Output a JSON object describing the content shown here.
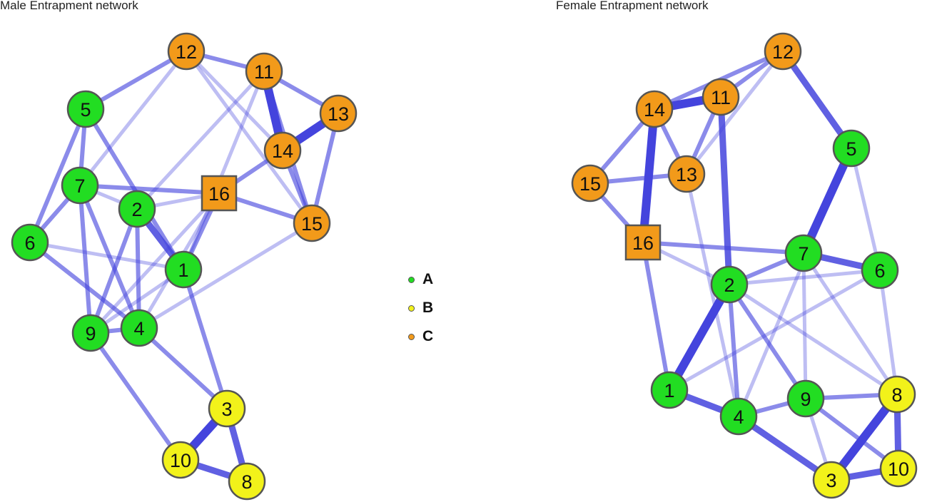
{
  "panels": [
    {
      "title": "Male Entrapment network",
      "nodes": [
        {
          "id": "1",
          "group": "A",
          "shape": "circle"
        },
        {
          "id": "2",
          "group": "A",
          "shape": "circle"
        },
        {
          "id": "3",
          "group": "B",
          "shape": "circle"
        },
        {
          "id": "4",
          "group": "A",
          "shape": "circle"
        },
        {
          "id": "5",
          "group": "A",
          "shape": "circle"
        },
        {
          "id": "6",
          "group": "A",
          "shape": "circle"
        },
        {
          "id": "7",
          "group": "A",
          "shape": "circle"
        },
        {
          "id": "8",
          "group": "B",
          "shape": "circle"
        },
        {
          "id": "9",
          "group": "A",
          "shape": "circle"
        },
        {
          "id": "10",
          "group": "B",
          "shape": "circle"
        },
        {
          "id": "11",
          "group": "C",
          "shape": "circle"
        },
        {
          "id": "12",
          "group": "C",
          "shape": "circle"
        },
        {
          "id": "13",
          "group": "C",
          "shape": "circle"
        },
        {
          "id": "14",
          "group": "C",
          "shape": "circle"
        },
        {
          "id": "15",
          "group": "C",
          "shape": "circle"
        },
        {
          "id": "16",
          "group": "C",
          "shape": "square"
        }
      ],
      "edges": [
        {
          "source": "3",
          "target": "10",
          "strength": 3
        },
        {
          "source": "3",
          "target": "8",
          "strength": 2
        },
        {
          "source": "10",
          "target": "8",
          "strength": 2
        },
        {
          "source": "9",
          "target": "10",
          "strength": 1
        },
        {
          "source": "4",
          "target": "3",
          "strength": 1
        },
        {
          "source": "1",
          "target": "3",
          "strength": 1
        },
        {
          "source": "11",
          "target": "14",
          "strength": 3
        },
        {
          "source": "14",
          "target": "13",
          "strength": 3
        },
        {
          "source": "11",
          "target": "13",
          "strength": 1
        },
        {
          "source": "12",
          "target": "11",
          "strength": 1
        },
        {
          "source": "13",
          "target": "15",
          "strength": 1
        },
        {
          "source": "14",
          "target": "15",
          "strength": 1
        },
        {
          "source": "11",
          "target": "15",
          "strength": 1
        },
        {
          "source": "12",
          "target": "15",
          "strength": 0
        },
        {
          "source": "12",
          "target": "14",
          "strength": 0
        },
        {
          "source": "14",
          "target": "16",
          "strength": 1
        },
        {
          "source": "12",
          "target": "5",
          "strength": 1
        },
        {
          "source": "12",
          "target": "7",
          "strength": 0
        },
        {
          "source": "11",
          "target": "2",
          "strength": 0
        },
        {
          "source": "11",
          "target": "1",
          "strength": 0
        },
        {
          "source": "5",
          "target": "7",
          "strength": 1
        },
        {
          "source": "5",
          "target": "6",
          "strength": 1
        },
        {
          "source": "5",
          "target": "1",
          "strength": 1
        },
        {
          "source": "7",
          "target": "6",
          "strength": 1
        },
        {
          "source": "7",
          "target": "16",
          "strength": 1
        },
        {
          "source": "7",
          "target": "9",
          "strength": 1
        },
        {
          "source": "7",
          "target": "4",
          "strength": 1
        },
        {
          "source": "7",
          "target": "2",
          "strength": 0
        },
        {
          "source": "6",
          "target": "4",
          "strength": 1
        },
        {
          "source": "6",
          "target": "1",
          "strength": 0
        },
        {
          "source": "2",
          "target": "1",
          "strength": 2
        },
        {
          "source": "2",
          "target": "9",
          "strength": 1
        },
        {
          "source": "2",
          "target": "4",
          "strength": 1
        },
        {
          "source": "2",
          "target": "16",
          "strength": 0
        },
        {
          "source": "9",
          "target": "4",
          "strength": 1
        },
        {
          "source": "1",
          "target": "16",
          "strength": 1
        },
        {
          "source": "1",
          "target": "9",
          "strength": 0
        },
        {
          "source": "16",
          "target": "15",
          "strength": 1
        },
        {
          "source": "4",
          "target": "16",
          "strength": 0
        },
        {
          "source": "4",
          "target": "15",
          "strength": 0
        },
        {
          "source": "9",
          "target": "16",
          "strength": 0
        }
      ]
    },
    {
      "title": "Female Entrapment network",
      "nodes": [
        {
          "id": "1",
          "group": "A",
          "shape": "circle"
        },
        {
          "id": "2",
          "group": "A",
          "shape": "circle"
        },
        {
          "id": "3",
          "group": "B",
          "shape": "circle"
        },
        {
          "id": "4",
          "group": "A",
          "shape": "circle"
        },
        {
          "id": "5",
          "group": "A",
          "shape": "circle"
        },
        {
          "id": "6",
          "group": "A",
          "shape": "circle"
        },
        {
          "id": "7",
          "group": "A",
          "shape": "circle"
        },
        {
          "id": "8",
          "group": "B",
          "shape": "circle"
        },
        {
          "id": "9",
          "group": "A",
          "shape": "circle"
        },
        {
          "id": "10",
          "group": "B",
          "shape": "circle"
        },
        {
          "id": "11",
          "group": "C",
          "shape": "circle"
        },
        {
          "id": "12",
          "group": "C",
          "shape": "circle"
        },
        {
          "id": "13",
          "group": "C",
          "shape": "circle"
        },
        {
          "id": "14",
          "group": "C",
          "shape": "circle"
        },
        {
          "id": "15",
          "group": "C",
          "shape": "circle"
        },
        {
          "id": "16",
          "group": "C",
          "shape": "square"
        }
      ],
      "edges": [
        {
          "source": "14",
          "target": "16",
          "strength": 3
        },
        {
          "source": "14",
          "target": "11",
          "strength": 3
        },
        {
          "source": "14",
          "target": "15",
          "strength": 1
        },
        {
          "source": "14",
          "target": "13",
          "strength": 1
        },
        {
          "source": "14",
          "target": "12",
          "strength": 1
        },
        {
          "source": "11",
          "target": "12",
          "strength": 1
        },
        {
          "source": "11",
          "target": "13",
          "strength": 1
        },
        {
          "source": "11",
          "target": "2",
          "strength": 2
        },
        {
          "source": "13",
          "target": "12",
          "strength": 0
        },
        {
          "source": "15",
          "target": "13",
          "strength": 1
        },
        {
          "source": "15",
          "target": "16",
          "strength": 1
        },
        {
          "source": "12",
          "target": "5",
          "strength": 2
        },
        {
          "source": "5",
          "target": "7",
          "strength": 3
        },
        {
          "source": "5",
          "target": "6",
          "strength": 0
        },
        {
          "source": "5",
          "target": "4",
          "strength": 0
        },
        {
          "source": "16",
          "target": "7",
          "strength": 1
        },
        {
          "source": "16",
          "target": "2",
          "strength": 0
        },
        {
          "source": "16",
          "target": "1",
          "strength": 1
        },
        {
          "source": "7",
          "target": "6",
          "strength": 2
        },
        {
          "source": "7",
          "target": "2",
          "strength": 1
        },
        {
          "source": "7",
          "target": "9",
          "strength": 0
        },
        {
          "source": "7",
          "target": "8",
          "strength": 0
        },
        {
          "source": "13",
          "target": "4",
          "strength": 0
        },
        {
          "source": "2",
          "target": "1",
          "strength": 3
        },
        {
          "source": "2",
          "target": "4",
          "strength": 1
        },
        {
          "source": "2",
          "target": "9",
          "strength": 1
        },
        {
          "source": "2",
          "target": "6",
          "strength": 0
        },
        {
          "source": "6",
          "target": "8",
          "strength": 0
        },
        {
          "source": "6",
          "target": "1",
          "strength": 0
        },
        {
          "source": "1",
          "target": "4",
          "strength": 2
        },
        {
          "source": "4",
          "target": "9",
          "strength": 1
        },
        {
          "source": "4",
          "target": "3",
          "strength": 2
        },
        {
          "source": "9",
          "target": "8",
          "strength": 1
        },
        {
          "source": "9",
          "target": "3",
          "strength": 0
        },
        {
          "source": "9",
          "target": "10",
          "strength": 1
        },
        {
          "source": "8",
          "target": "3",
          "strength": 3
        },
        {
          "source": "8",
          "target": "10",
          "strength": 2
        },
        {
          "source": "3",
          "target": "10",
          "strength": 2
        },
        {
          "source": "2",
          "target": "8",
          "strength": 0
        }
      ]
    }
  ],
  "legend": [
    {
      "label": "A",
      "color": "#22dd22"
    },
    {
      "label": "B",
      "color": "#f2f21a"
    },
    {
      "label": "C",
      "color": "#f29a1a"
    }
  ],
  "colors": {
    "edge": "#4444dd",
    "node_outline": "#555555"
  }
}
